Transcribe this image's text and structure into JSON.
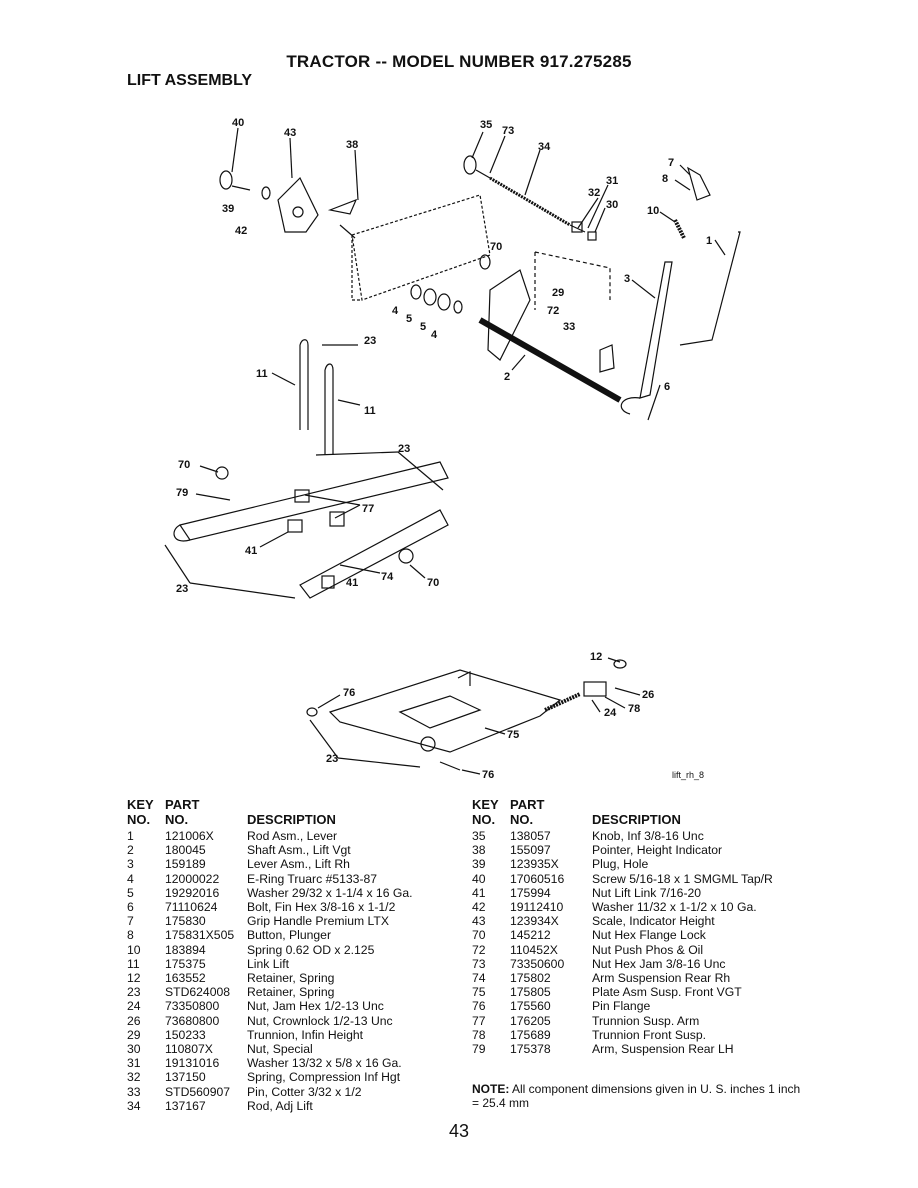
{
  "header": {
    "title": "TRACTOR -- MODEL NUMBER 917.275285",
    "section": "LIFT ASSEMBLY"
  },
  "diagram": {
    "callouts_top": [
      "40",
      "43",
      "38",
      "35",
      "73",
      "34",
      "31",
      "32",
      "30",
      "7",
      "8",
      "10",
      "1",
      "39",
      "42",
      "70",
      "29",
      "72",
      "33",
      "3",
      "4",
      "5",
      "5",
      "4",
      "2",
      "6",
      "23",
      "11",
      "11",
      "23",
      "70",
      "79",
      "77",
      "41",
      "74",
      "70",
      "41",
      "23"
    ],
    "callouts_bottom": [
      "12",
      "26",
      "78",
      "24",
      "76",
      "75",
      "23",
      "76"
    ],
    "figure_id": "lift_rh_8"
  },
  "table_headers": {
    "key_top": "KEY",
    "part_top": "PART",
    "key_bottom": "NO.",
    "part_bottom": "NO.",
    "description": "DESCRIPTION"
  },
  "parts_left": [
    {
      "key": "1",
      "part": "121006X",
      "desc": "Rod Asm., Lever"
    },
    {
      "key": "2",
      "part": "180045",
      "desc": "Shaft Asm., Lift Vgt"
    },
    {
      "key": "3",
      "part": "159189",
      "desc": "Lever Asm., Lift Rh"
    },
    {
      "key": "4",
      "part": "12000022",
      "desc": "E-Ring Truarc #5133-87"
    },
    {
      "key": "5",
      "part": "19292016",
      "desc": "Washer 29/32 x 1-1/4 x 16 Ga."
    },
    {
      "key": "6",
      "part": "71110624",
      "desc": "Bolt, Fin Hex 3/8-16 x 1-1/2"
    },
    {
      "key": "7",
      "part": "175830",
      "desc": "Grip Handle Premium LTX"
    },
    {
      "key": "8",
      "part": "175831X505",
      "desc": "Button, Plunger"
    },
    {
      "key": "10",
      "part": "183894",
      "desc": "Spring 0.62 OD x 2.125"
    },
    {
      "key": "11",
      "part": "175375",
      "desc": "Link Lift"
    },
    {
      "key": "12",
      "part": "163552",
      "desc": "Retainer, Spring"
    },
    {
      "key": "23",
      "part": "STD624008",
      "desc": "Retainer, Spring"
    },
    {
      "key": "24",
      "part": "73350800",
      "desc": "Nut, Jam Hex 1/2-13 Unc"
    },
    {
      "key": "26",
      "part": "73680800",
      "desc": "Nut, Crownlock 1/2-13 Unc"
    },
    {
      "key": "29",
      "part": "150233",
      "desc": "Trunnion, Infin Height"
    },
    {
      "key": "30",
      "part": "110807X",
      "desc": "Nut, Special"
    },
    {
      "key": "31",
      "part": "19131016",
      "desc": "Washer 13/32 x 5/8 x 16 Ga."
    },
    {
      "key": "32",
      "part": "137150",
      "desc": "Spring, Compression Inf Hgt"
    },
    {
      "key": "33",
      "part": "STD560907",
      "desc": "Pin, Cotter 3/32 x 1/2"
    },
    {
      "key": "34",
      "part": "137167",
      "desc": "Rod, Adj Lift"
    }
  ],
  "parts_right": [
    {
      "key": "35",
      "part": "138057",
      "desc": "Knob, Inf 3/8-16 Unc"
    },
    {
      "key": "38",
      "part": "155097",
      "desc": "Pointer, Height Indicator"
    },
    {
      "key": "39",
      "part": "123935X",
      "desc": "Plug, Hole"
    },
    {
      "key": "40",
      "part": "17060516",
      "desc": "Screw 5/16-18 x 1 SMGML Tap/R"
    },
    {
      "key": "41",
      "part": "175994",
      "desc": "Nut Lift Link 7/16-20"
    },
    {
      "key": "42",
      "part": "19112410",
      "desc": "Washer 11/32 x 1-1/2 x 10 Ga."
    },
    {
      "key": "43",
      "part": "123934X",
      "desc": "Scale, Indicator Height"
    },
    {
      "key": "70",
      "part": "145212",
      "desc": "Nut Hex Flange Lock"
    },
    {
      "key": "72",
      "part": "110452X",
      "desc": "Nut Push Phos & Oil"
    },
    {
      "key": "73",
      "part": "73350600",
      "desc": "Nut Hex Jam 3/8-16 Unc"
    },
    {
      "key": "74",
      "part": "175802",
      "desc": "Arm Suspension Rear Rh"
    },
    {
      "key": "75",
      "part": "175805",
      "desc": "Plate Asm Susp. Front VGT"
    },
    {
      "key": "76",
      "part": "175560",
      "desc": "Pin Flange"
    },
    {
      "key": "77",
      "part": "176205",
      "desc": "Trunnion Susp. Arm"
    },
    {
      "key": "78",
      "part": "175689",
      "desc": "Trunnion Front Susp."
    },
    {
      "key": "79",
      "part": "175378",
      "desc": "Arm, Suspension Rear LH"
    }
  ],
  "note": {
    "label": "NOTE:",
    "text": "All component dimensions given in U. S. inches 1 inch = 25.4 mm"
  },
  "page_number": "43"
}
